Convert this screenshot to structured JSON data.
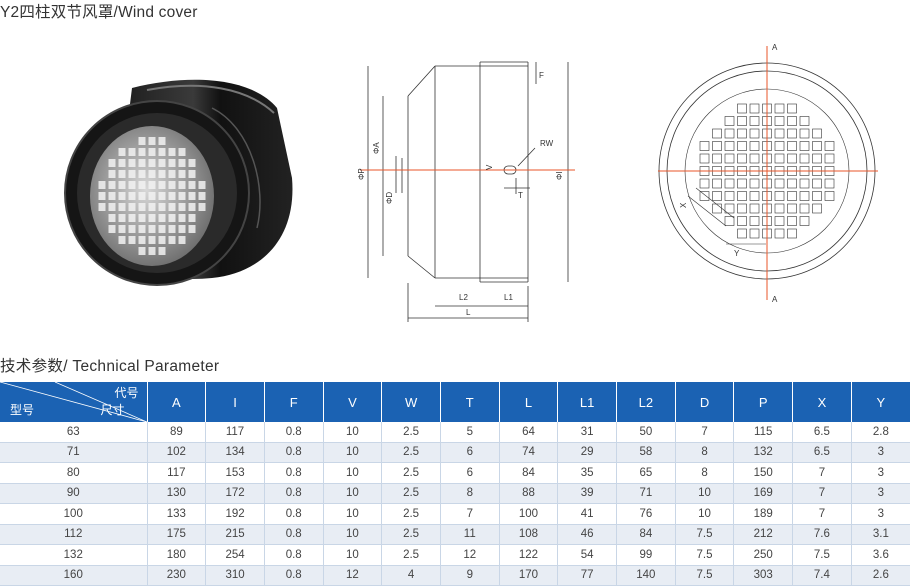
{
  "header": {
    "title": "Y2四柱双节风罩/Wind cover"
  },
  "section": {
    "title": "技术参数/ Technical Parameter"
  },
  "diagram": {
    "side_labels": [
      "ΦP",
      "ΦA",
      "ΦD",
      "V",
      "T",
      "RW",
      "ΦI",
      "F",
      "L2",
      "L1",
      "L"
    ],
    "front_labels": [
      "A",
      "A",
      "X",
      "Y"
    ]
  },
  "table": {
    "corner": {
      "code": "代号",
      "size": "尺寸",
      "model": "型号"
    },
    "columns": [
      "A",
      "I",
      "F",
      "V",
      "W",
      "T",
      "L",
      "L1",
      "L2",
      "D",
      "P",
      "X",
      "Y"
    ],
    "rows": [
      [
        "63",
        "89",
        "117",
        "0.8",
        "10",
        "2.5",
        "5",
        "64",
        "31",
        "50",
        "7",
        "115",
        "6.5",
        "2.8"
      ],
      [
        "71",
        "102",
        "134",
        "0.8",
        "10",
        "2.5",
        "6",
        "74",
        "29",
        "58",
        "8",
        "132",
        "6.5",
        "3"
      ],
      [
        "80",
        "117",
        "153",
        "0.8",
        "10",
        "2.5",
        "6",
        "84",
        "35",
        "65",
        "8",
        "150",
        "7",
        "3"
      ],
      [
        "90",
        "130",
        "172",
        "0.8",
        "10",
        "2.5",
        "8",
        "88",
        "39",
        "71",
        "10",
        "169",
        "7",
        "3"
      ],
      [
        "100",
        "133",
        "192",
        "0.8",
        "10",
        "2.5",
        "7",
        "100",
        "41",
        "76",
        "10",
        "189",
        "7",
        "3"
      ],
      [
        "112",
        "175",
        "215",
        "0.8",
        "10",
        "2.5",
        "11",
        "108",
        "46",
        "84",
        "7.5",
        "212",
        "7.6",
        "3.1"
      ],
      [
        "132",
        "180",
        "254",
        "0.8",
        "10",
        "2.5",
        "12",
        "122",
        "54",
        "99",
        "7.5",
        "250",
        "7.5",
        "3.6"
      ],
      [
        "160",
        "230",
        "310",
        "0.8",
        "12",
        "4",
        "9",
        "170",
        "77",
        "140",
        "7.5",
        "303",
        "7.4",
        "2.6"
      ]
    ]
  },
  "colors": {
    "header_bg": "#1b62b3",
    "row_alt": "#e8edf4",
    "centerline": "#e8562a"
  }
}
